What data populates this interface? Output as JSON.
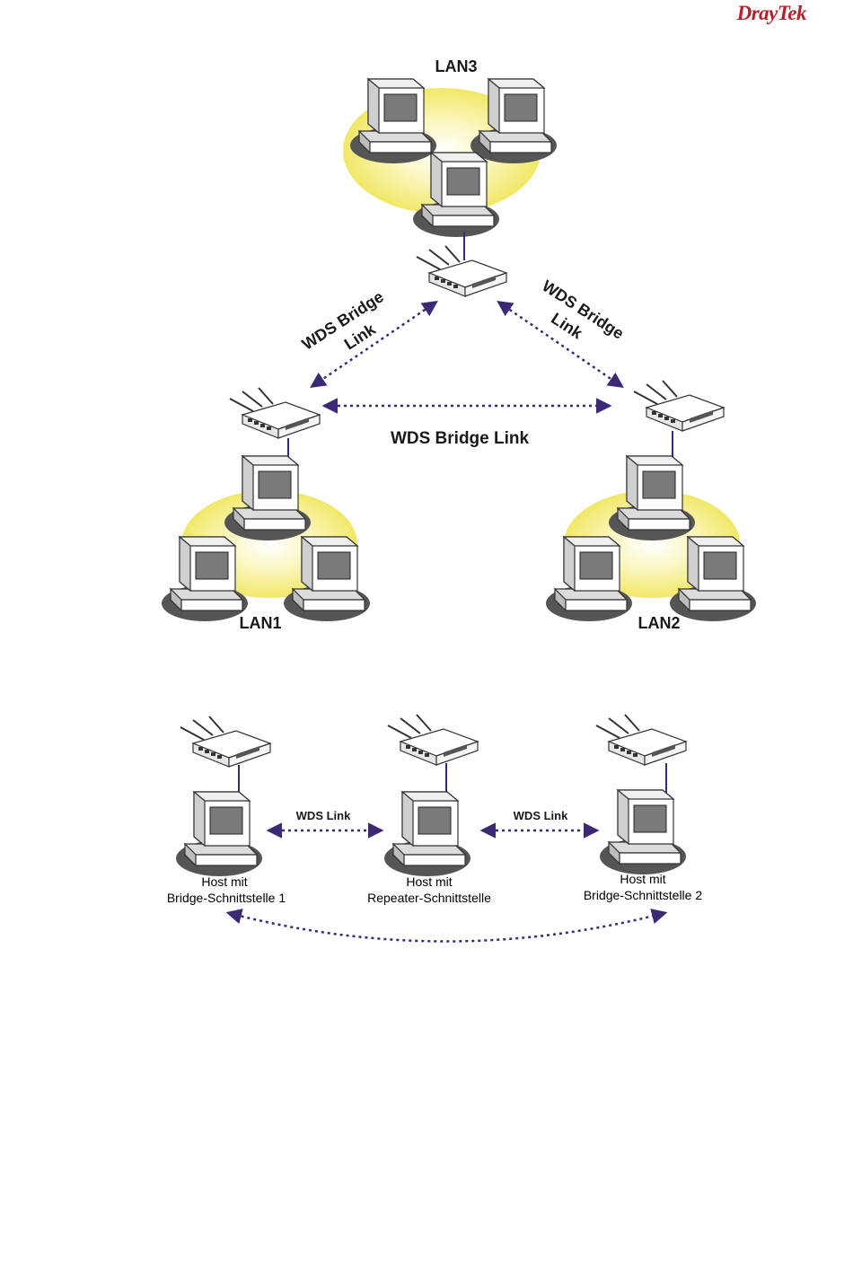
{
  "brand": {
    "name": "DrayTek",
    "color": "#b3202a"
  },
  "colors": {
    "link": "#3b2a73",
    "halo": "#f1e866",
    "pc_body": "#ffffff",
    "pc_shadow": "#555555",
    "screen": "#7a7a7a"
  },
  "diagram1": {
    "lans": [
      {
        "id": "lan3",
        "label": "LAN3"
      },
      {
        "id": "lan1",
        "label": "LAN1"
      },
      {
        "id": "lan2",
        "label": "LAN2"
      }
    ],
    "links": [
      {
        "id": "link-lan3-lan1",
        "line1": "WDS Bridge",
        "line2": "Link"
      },
      {
        "id": "link-lan3-lan2",
        "line1": "WDS Bridge",
        "line2": "Link"
      },
      {
        "id": "link-lan1-lan2",
        "label": "WDS Bridge Link"
      }
    ]
  },
  "diagram2": {
    "hosts": [
      {
        "id": "host1",
        "line1": "Host mit",
        "line2": "Bridge-Schnittstelle 1"
      },
      {
        "id": "host2",
        "line1": "Host mit",
        "line2": "Repeater-Schnittstelle"
      },
      {
        "id": "host3",
        "line1": "Host mit",
        "line2": "Bridge-Schnittstelle 2"
      }
    ],
    "links": [
      {
        "id": "wds-link-1",
        "label": "WDS Link"
      },
      {
        "id": "wds-link-2",
        "label": "WDS Link"
      }
    ]
  }
}
